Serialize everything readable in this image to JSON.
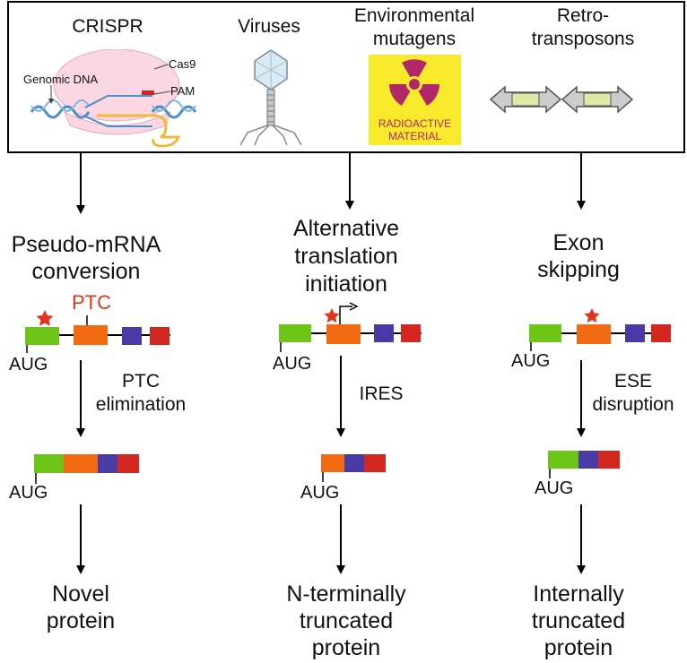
{
  "sources": {
    "crispr": {
      "title": "CRISPR",
      "label_genomic_dna": "Genomic DNA",
      "label_cas9": "Cas9",
      "label_pam": "PAM"
    },
    "viruses": {
      "title": "Viruses"
    },
    "mutagens": {
      "title_line1": "Environmental",
      "title_line2": "mutagens",
      "sign_line1": "RADIOACTIVE",
      "sign_line2": "MATERIAL"
    },
    "retro": {
      "title_line1": "Retro-",
      "title_line2": "transposons"
    }
  },
  "columns": [
    {
      "mechanism_line1": "Pseudo-mRNA",
      "mechanism_line2": "conversion",
      "ptc_label": "PTC",
      "step_line1": "PTC",
      "step_line2": "elimination",
      "aug_top": "AUG",
      "aug_bottom": "AUG",
      "result_line1": "Novel",
      "result_line2": "protein"
    },
    {
      "mechanism_line1": "Alternative",
      "mechanism_line2": "translation",
      "mechanism_line3": "initiation",
      "step_line1": "IRES",
      "aug_top": "AUG",
      "aug_bottom": "AUG",
      "result_line1": "N-terminally",
      "result_line2": "truncated",
      "result_line3": "protein"
    },
    {
      "mechanism_line1": "Exon",
      "mechanism_line2": "skipping",
      "step_line1": "ESE",
      "step_line2": "disruption",
      "aug_top": "AUG",
      "aug_bottom": "AUG",
      "result_line1": "Internally",
      "result_line2": "truncated",
      "result_line3": "protein"
    }
  ],
  "colors": {
    "exon1": "#6cc417",
    "exon2": "#f26a12",
    "exon3": "#4a3aa5",
    "exon4": "#d3261f",
    "star": "#e0341f",
    "ptc_text": "#e0341f",
    "radioactive_bg": "#f7ea2a",
    "radioactive_symbol": "#b0286a",
    "cas9_fill": "#fbd7e3"
  }
}
